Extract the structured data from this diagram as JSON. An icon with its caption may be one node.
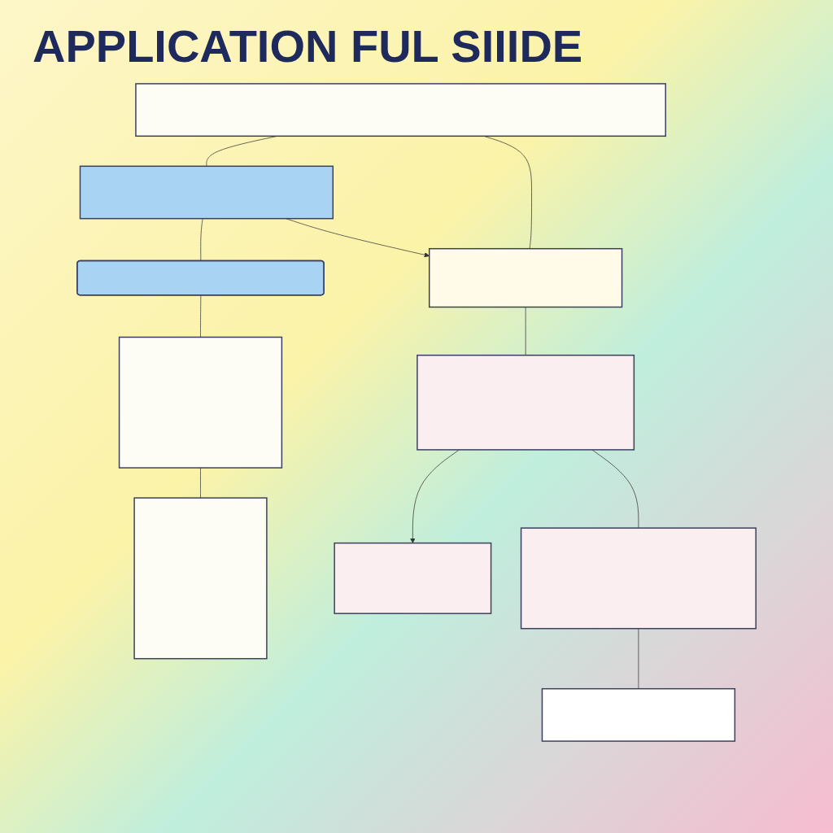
{
  "diagram": {
    "title": "APPLICATION FUL SIIIDE",
    "nodes": [
      {
        "text": [],
        "shape": "box"
      },
      {
        "text": [],
        "shape": "box"
      },
      {
        "text": [],
        "shape": "box"
      },
      {
        "text": [],
        "shape": "bar"
      },
      {
        "text": [],
        "shape": "box"
      },
      {
        "text": [],
        "shape": "box"
      },
      {
        "text": [],
        "shape": "box"
      },
      {
        "text": [],
        "shape": "box"
      },
      {
        "text": [],
        "shape": "box"
      },
      {
        "text": [],
        "shape": "box"
      }
    ],
    "edges": [
      {
        "from": 0,
        "to": 1,
        "arrow": "none"
      },
      {
        "from": 0,
        "to": 2,
        "arrow": "none"
      },
      {
        "from": 1,
        "to": 2,
        "arrow": "to"
      },
      {
        "from": 1,
        "to": 3,
        "arrow": "none"
      },
      {
        "from": 3,
        "to": 4,
        "arrow": "none"
      },
      {
        "from": 4,
        "to": 5,
        "arrow": "none"
      },
      {
        "from": 2,
        "to": 7,
        "arrow": "none"
      },
      {
        "from": 7,
        "to": 6,
        "arrow": "to"
      },
      {
        "from": 7,
        "to": 8,
        "arrow": "none"
      },
      {
        "from": 8,
        "to": 9,
        "arrow": "none"
      }
    ]
  }
}
